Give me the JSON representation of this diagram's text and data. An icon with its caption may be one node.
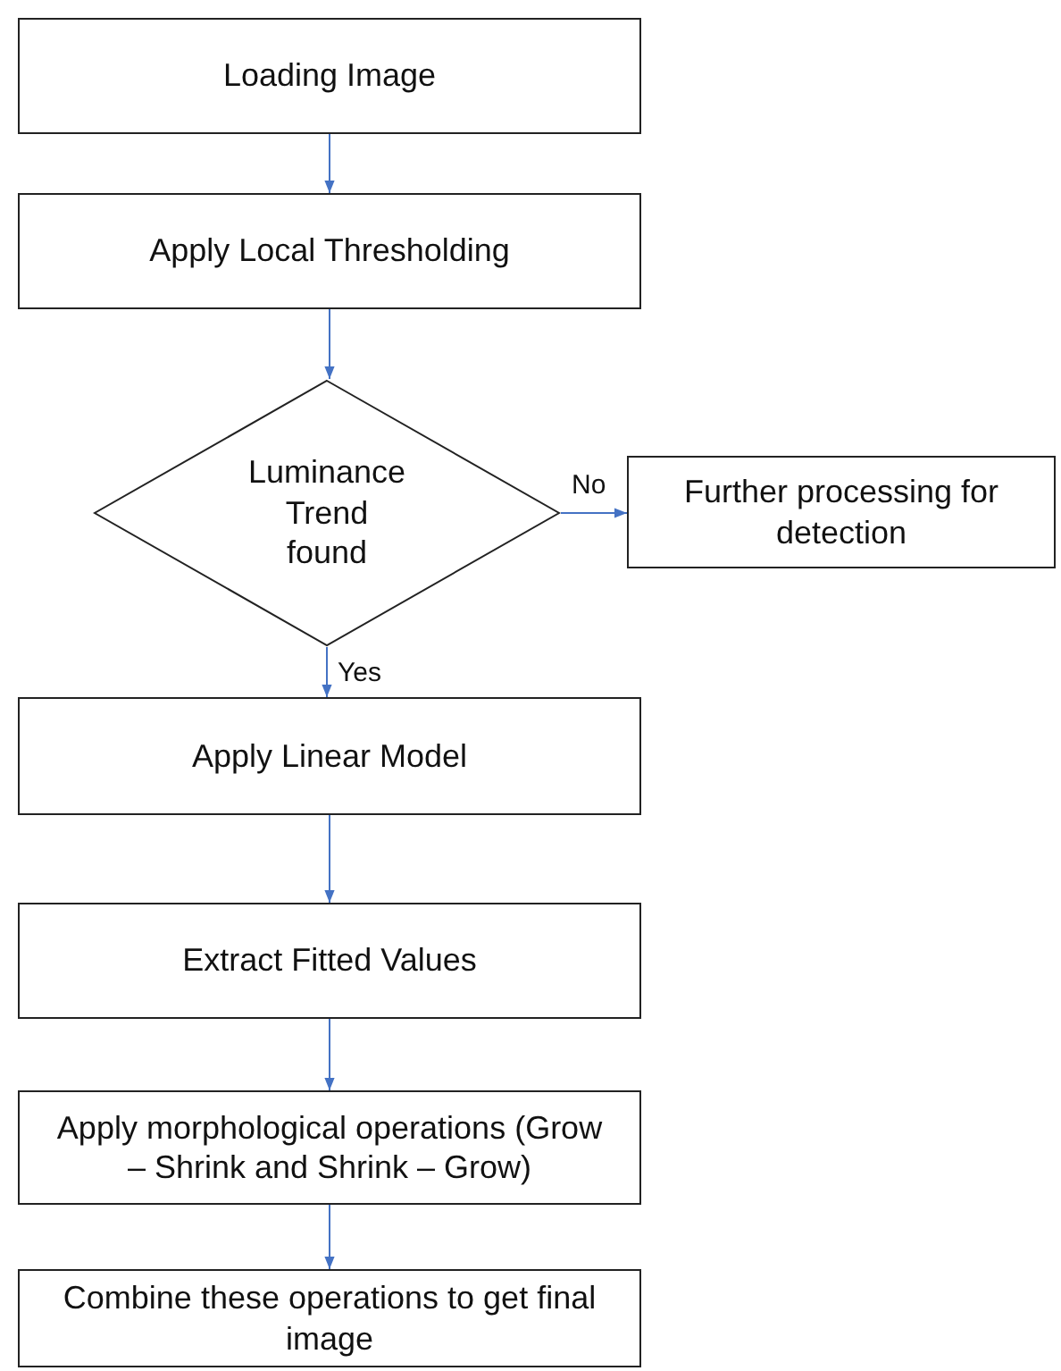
{
  "diagram": {
    "nodes": [
      {
        "text": [
          "Loading Image"
        ]
      },
      {
        "text": [
          "Apply Local Thresholding"
        ]
      },
      {
        "text": [
          "Luminance Trend found"
        ]
      },
      {
        "text": [
          "Further processing for detection"
        ]
      },
      {
        "text": [
          "Apply Linear Model"
        ]
      },
      {
        "text": [
          "Extract Fitted Values"
        ]
      },
      {
        "text": [
          "Apply morphological operations (Grow – Shrink and Shrink – Grow)"
        ]
      },
      {
        "text": [
          "Combine these operations to get final image"
        ]
      }
    ],
    "edges": [
      {
        "from": 0,
        "to": 1,
        "arrow": "to"
      },
      {
        "from": 1,
        "to": 2,
        "arrow": "to"
      },
      {
        "from": 2,
        "to": 3,
        "arrow": "to",
        "label": "No"
      },
      {
        "from": 2,
        "to": 4,
        "arrow": "to",
        "label": "Yes"
      },
      {
        "from": 4,
        "to": 5,
        "arrow": "to"
      },
      {
        "from": 5,
        "to": 6,
        "arrow": "to"
      },
      {
        "from": 6,
        "to": 7,
        "arrow": "to"
      }
    ]
  }
}
